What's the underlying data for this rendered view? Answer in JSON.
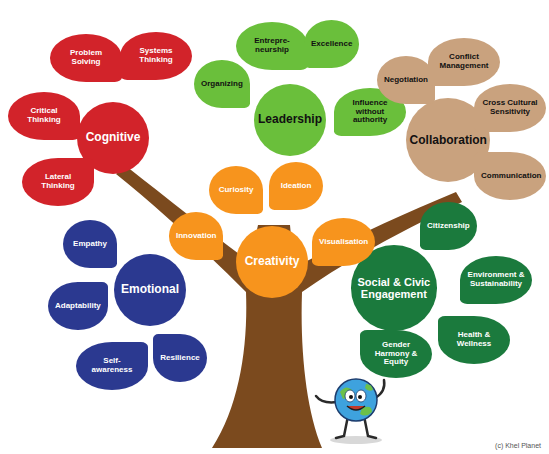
{
  "diagram": {
    "nodes": [
      {
        "text": [
          "Cognitive"
        ]
      },
      {
        "text": [
          "Problem Solving"
        ]
      },
      {
        "text": [
          "Systems Thinking"
        ]
      },
      {
        "text": [
          "Critical Thinking"
        ]
      },
      {
        "text": [
          "Lateral Thinking"
        ]
      },
      {
        "text": [
          "Leadership"
        ]
      },
      {
        "text": [
          "Organizing"
        ]
      },
      {
        "text": [
          "Entrepre- neurship"
        ]
      },
      {
        "text": [
          "Excellence"
        ]
      },
      {
        "text": [
          "Influence without authority"
        ]
      },
      {
        "text": [
          "Collaboration"
        ]
      },
      {
        "text": [
          "Negotiation"
        ]
      },
      {
        "text": [
          "Conflict Management"
        ]
      },
      {
        "text": [
          "Cross Cultural Sensitivity"
        ]
      },
      {
        "text": [
          "Communication"
        ]
      },
      {
        "text": [
          "Creativity"
        ]
      },
      {
        "text": [
          "Curiosity"
        ]
      },
      {
        "text": [
          "Ideation"
        ]
      },
      {
        "text": [
          "Innovation"
        ]
      },
      {
        "text": [
          "Visualisation"
        ]
      },
      {
        "text": [
          "Emotional"
        ]
      },
      {
        "text": [
          "Empathy"
        ]
      },
      {
        "text": [
          "Adaptability"
        ]
      },
      {
        "text": [
          "Self- awareness"
        ]
      },
      {
        "text": [
          "Resilience"
        ]
      },
      {
        "text": [
          "Social & Civic Engagement"
        ]
      },
      {
        "text": [
          "Citizenship"
        ]
      },
      {
        "text": [
          "Environment & Sustainability"
        ]
      },
      {
        "text": [
          "Health & Wellness"
        ]
      },
      {
        "text": [
          "Gender Harmony & Equity"
        ]
      }
    ],
    "labels": [
      "(c) Khel Planet"
    ]
  }
}
